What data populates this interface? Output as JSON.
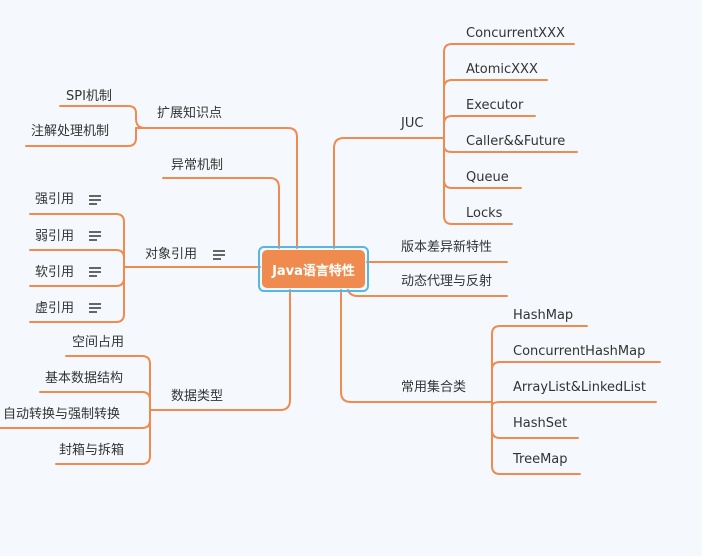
{
  "root": "Java语言特性",
  "branches": {
    "ext": {
      "label": "扩展知识点",
      "children": [
        "SPI机制",
        "注解处理机制"
      ]
    },
    "exc": {
      "label": "异常机制"
    },
    "ref": {
      "label": "对象引用",
      "children": [
        "强引用",
        "弱引用",
        "软引用",
        "虚引用"
      ]
    },
    "dtype": {
      "label": "数据类型",
      "children": [
        "空间占用",
        "基本数据结构",
        "自动转换与强制转换",
        "封箱与拆箱"
      ]
    },
    "juc": {
      "label": "JUC",
      "children": [
        "ConcurrentXXX",
        "AtomicXXX",
        "Executor",
        "Caller&&Future",
        "Queue",
        "Locks"
      ]
    },
    "ver": {
      "label": "版本差异新特性"
    },
    "proxy": {
      "label": "动态代理与反射"
    },
    "coll": {
      "label": "常用集合类",
      "children": [
        "HashMap",
        "ConcurrentHashMap",
        "ArrayList&LinkedList",
        "HashSet",
        "TreeMap"
      ]
    }
  },
  "colors": {
    "line": "#f08b4f",
    "center_fill": "#f08b4f",
    "center_border": "#56b7e6",
    "background": "#f5f9fd"
  },
  "note_icon": "notes-icon"
}
